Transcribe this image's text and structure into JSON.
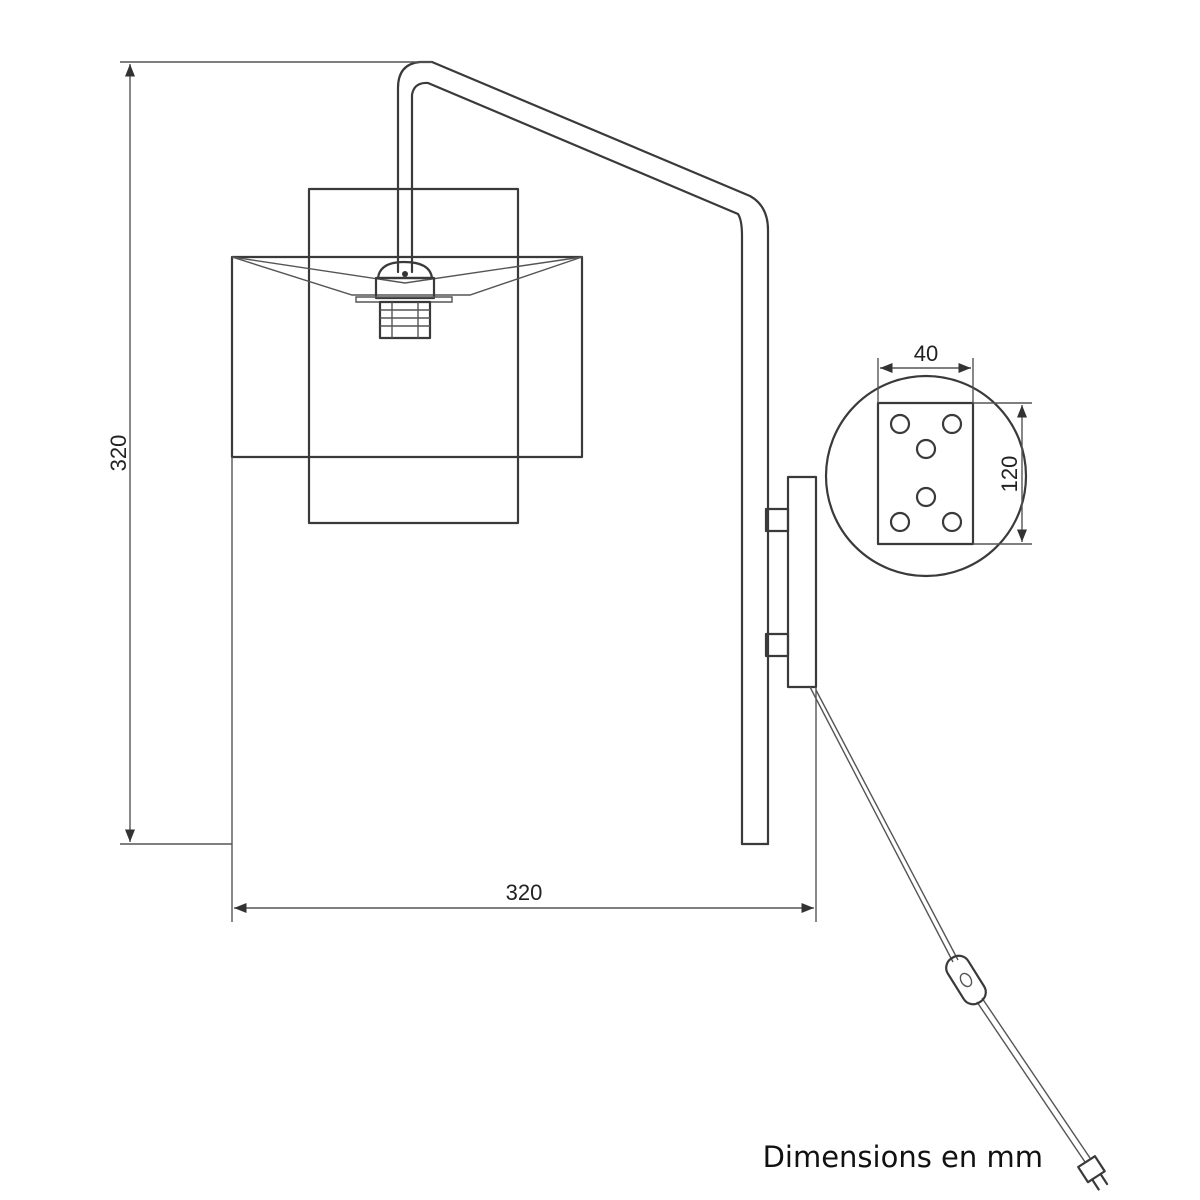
{
  "dimensions": {
    "height": "320",
    "width": "320",
    "plate_width": "40",
    "plate_height": "120"
  },
  "caption": "Dimensions en mm"
}
